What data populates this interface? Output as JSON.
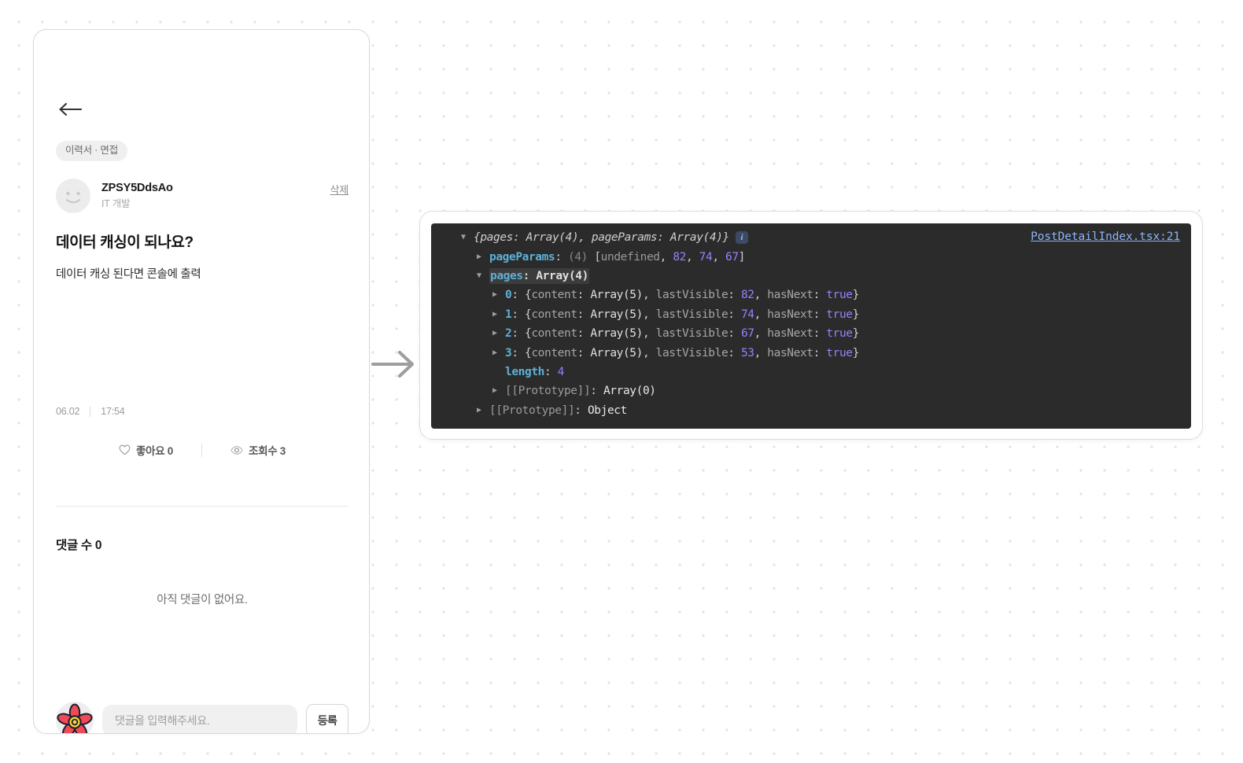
{
  "post_card": {
    "back_icon": "back-arrow-icon",
    "tag": "이력서 · 면접",
    "author": {
      "name": "ZPSY5DdsAo",
      "role": "IT 개발",
      "avatar_icon": "smiley-face-avatar"
    },
    "delete_label": "삭제",
    "title": "데이터 캐싱이 되나요?",
    "body": "데이터 캐싱 된다면 콘솔에 출력",
    "date": "06.02",
    "time": "17:54",
    "stats": {
      "like_icon": "heart-icon",
      "like_label": "좋아요 0",
      "view_icon": "eye-icon",
      "view_label": "조회수 3"
    },
    "comment_count_label": "댓글 수 0",
    "empty_comments": "아직 댓글이 없어요.",
    "composer": {
      "avatar_icon": "flower-avatar",
      "placeholder": "댓글을 입력해주세요.",
      "submit_label": "등록"
    }
  },
  "flow_arrow_icon": "right-arrow-icon",
  "console": {
    "source_link": "PostDetailIndex.tsx:21",
    "info_badge": "i",
    "lines": {
      "root_preview": "{pages: Array(4), pageParams: Array(4)}",
      "page_params_key": "pageParams",
      "page_params_count": "(4)",
      "page_params_open": "[",
      "page_params_undefined": "undefined",
      "page_params_v1": "82",
      "page_params_v2": "74",
      "page_params_v3": "67",
      "page_params_close": "]",
      "pages_key": "pages",
      "pages_value": "Array(4)",
      "items": [
        {
          "index": "0",
          "content": "Array(5)",
          "lastVisible": "82",
          "hasNext": "true"
        },
        {
          "index": "1",
          "content": "Array(5)",
          "lastVisible": "74",
          "hasNext": "true"
        },
        {
          "index": "2",
          "content": "Array(5)",
          "lastVisible": "67",
          "hasNext": "true"
        },
        {
          "index": "3",
          "content": "Array(5)",
          "lastVisible": "53",
          "hasNext": "true"
        }
      ],
      "length_key": "length",
      "length_value": "4",
      "proto_inner_key": "[[Prototype]]",
      "proto_inner_value": "Array(0)",
      "proto_outer_key": "[[Prototype]]",
      "proto_outer_value": "Object",
      "content_label": "content",
      "last_visible_label": "lastVisible",
      "has_next_label": "hasNext"
    }
  },
  "colors": {
    "accent_link": "#8ab4f8",
    "console_bg": "#2b2b2b",
    "key_blue": "#5db0d7",
    "number_purple": "#9980ff",
    "page_bg": "#ffffff"
  }
}
